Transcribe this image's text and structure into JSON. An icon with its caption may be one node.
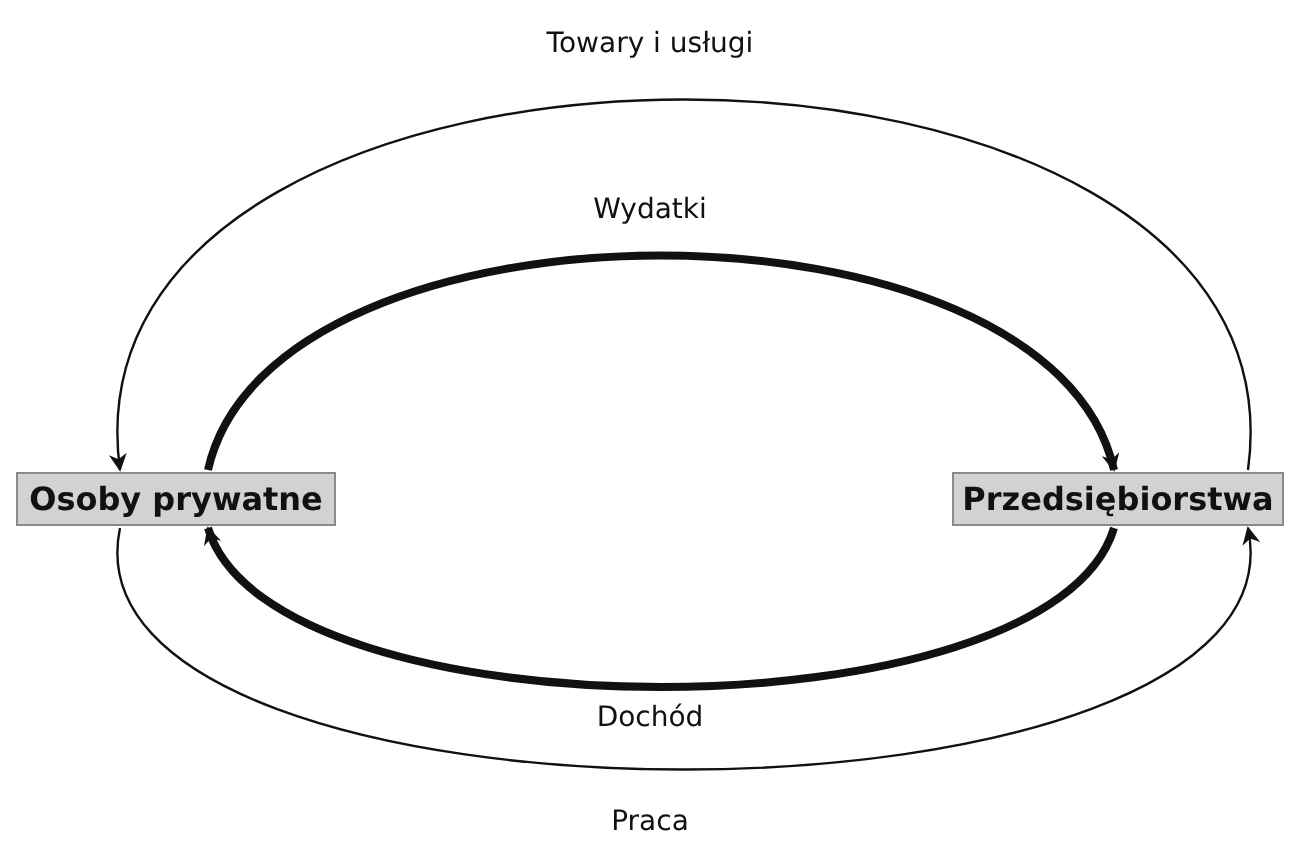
{
  "diagram": {
    "nodes": [
      {
        "text": [
          "Osoby prywatne"
        ]
      },
      {
        "text": [
          "Przedsiębiorstwa"
        ]
      }
    ],
    "edges": [
      {
        "from": 1,
        "to": 0,
        "arrow": "to",
        "label": "Towary i usługi"
      },
      {
        "from": 0,
        "to": 1,
        "arrow": "to",
        "label": "Wydatki",
        "style": "thick"
      },
      {
        "from": 1,
        "to": 0,
        "arrow": "to",
        "label": "Dochód",
        "style": "thick"
      },
      {
        "from": 0,
        "to": 1,
        "arrow": "to",
        "label": "Praca"
      }
    ]
  }
}
